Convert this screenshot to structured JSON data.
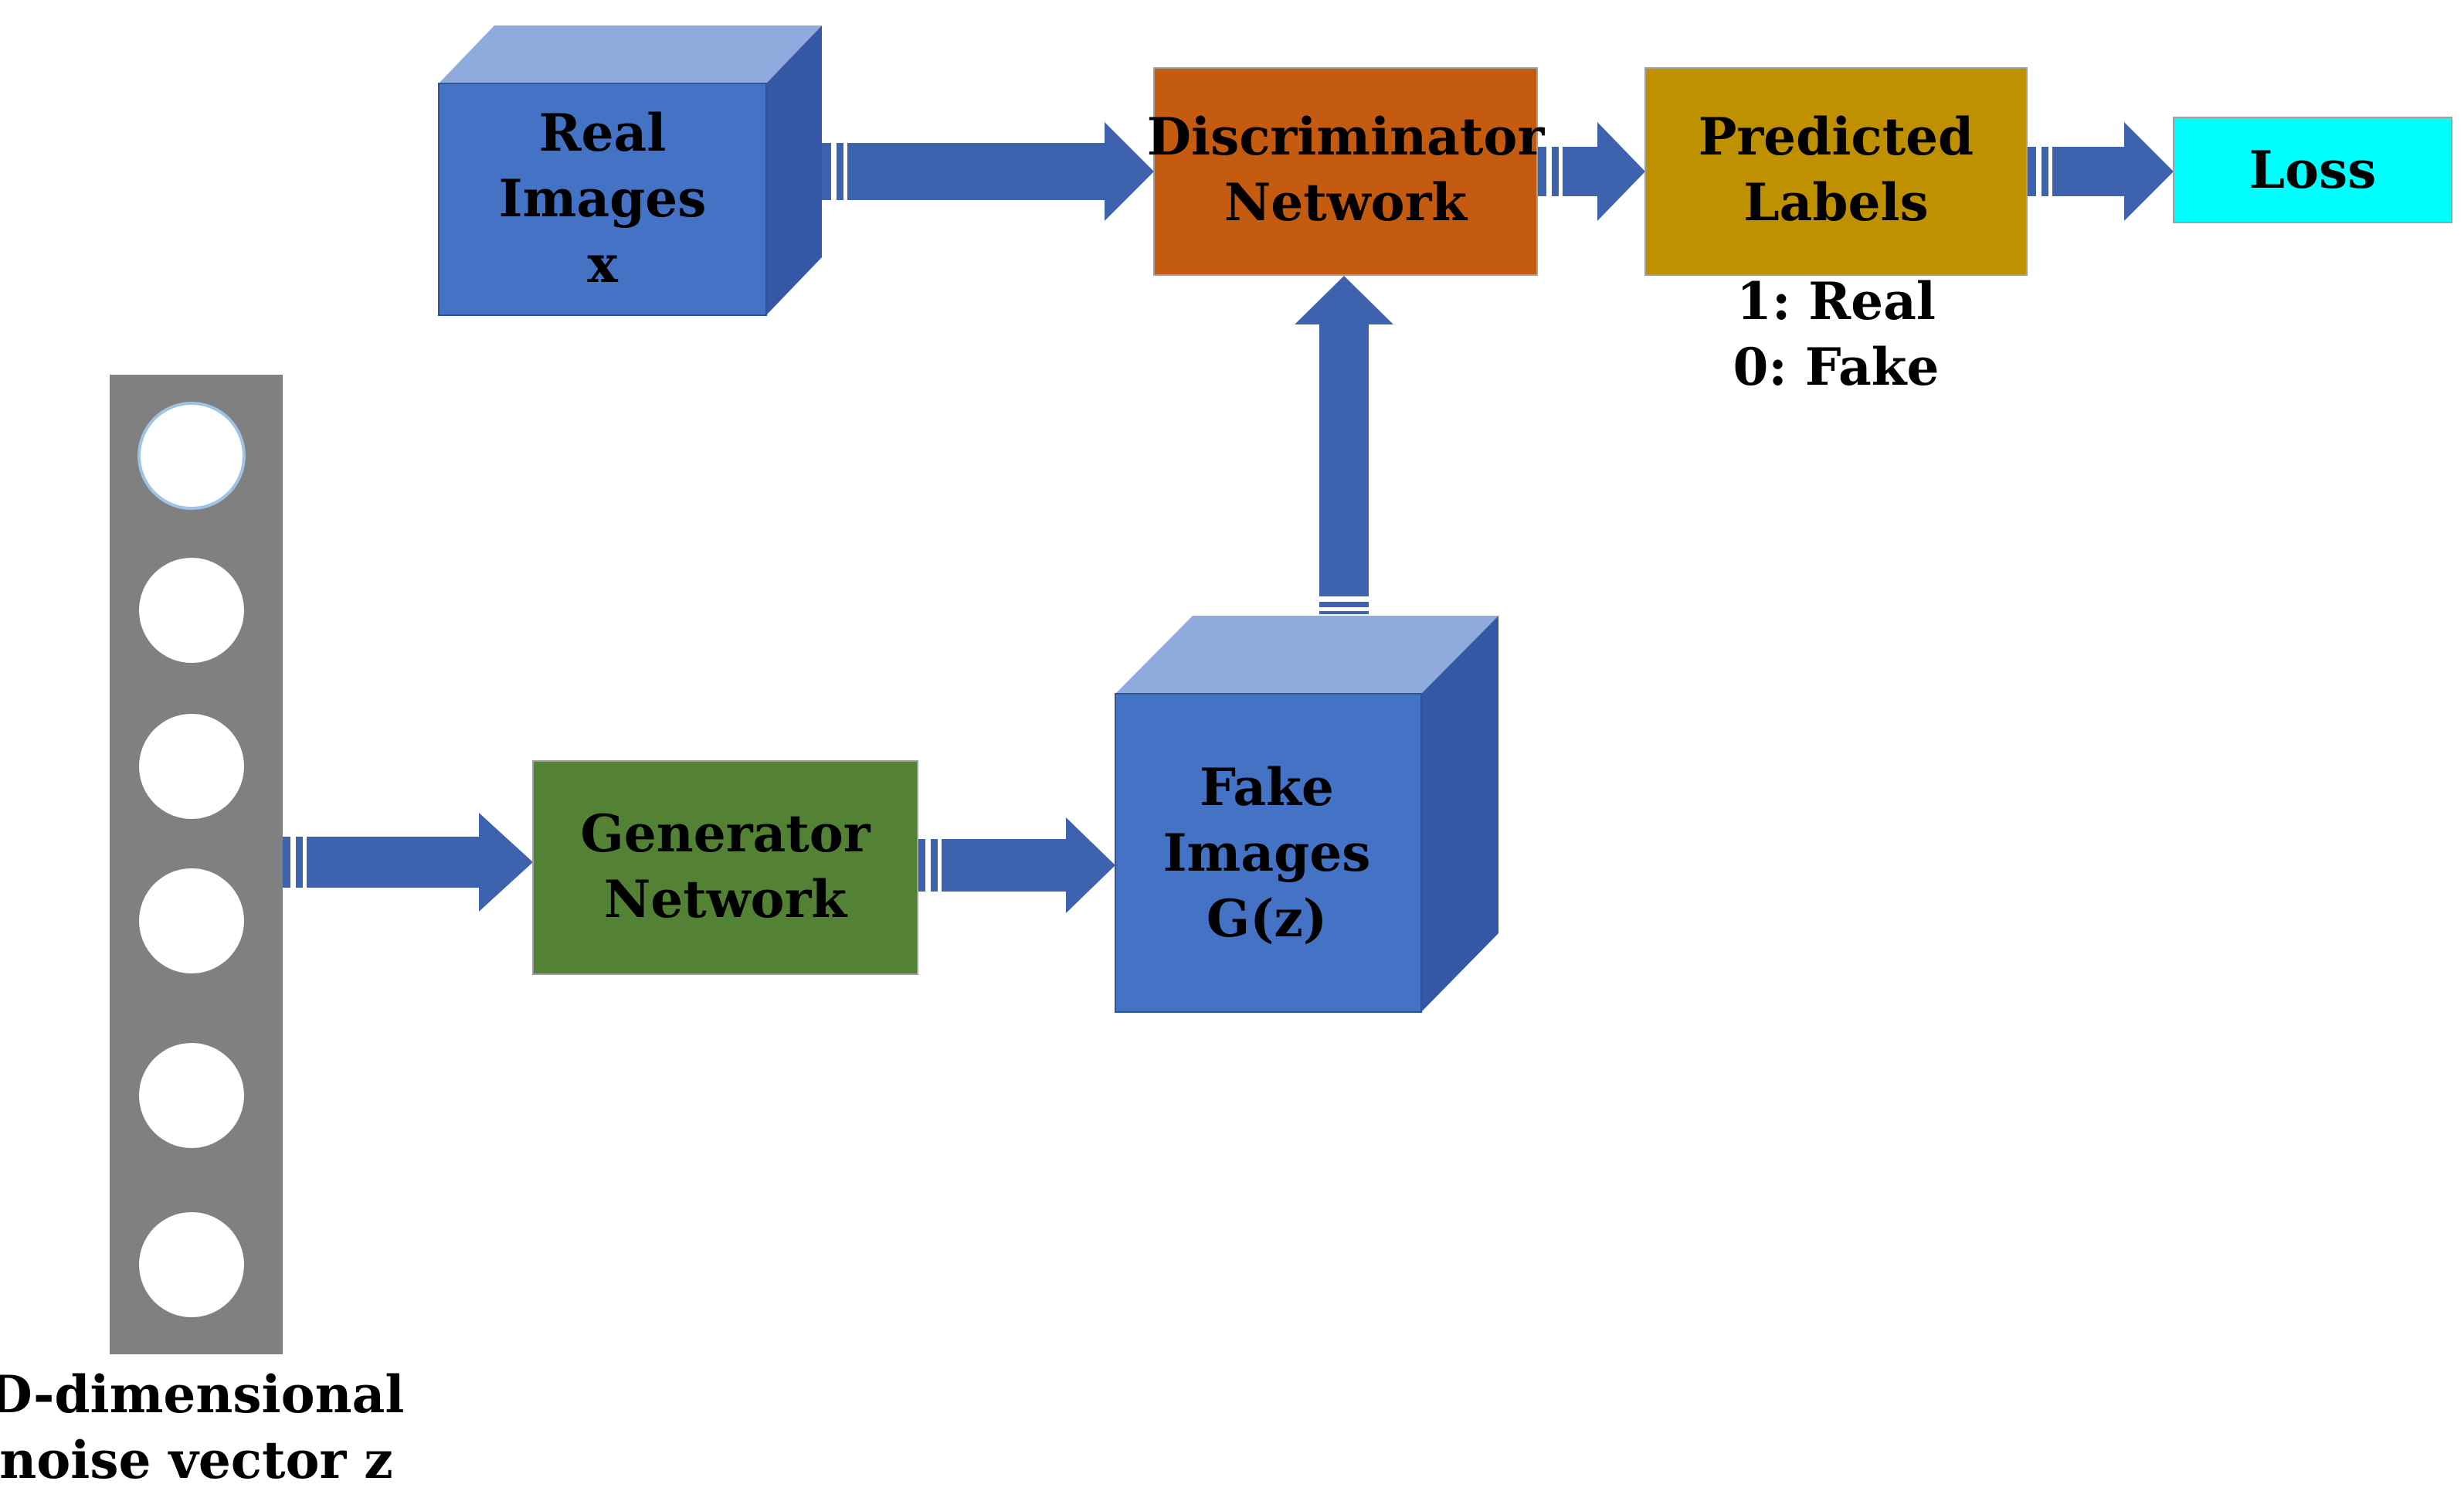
{
  "title": "",
  "colors": {
    "cube_front": "#4472C4",
    "cube_top": "#8FAADC",
    "cube_side": "#3558A6",
    "arrow": "#3D63AE",
    "discriminator": "#C55A11",
    "predicted_labels": "#BF9000",
    "loss": "#00FFFF",
    "generator": "#548235",
    "noise_bar": "#808080",
    "noise_circle": "#FFFFFF"
  },
  "nodes": {
    "real_images": {
      "lines": [
        "Real",
        "Images",
        "x"
      ]
    },
    "discriminator": {
      "lines": [
        "Discriminator",
        "Network"
      ]
    },
    "predicted_labels": {
      "lines": [
        "Predicted",
        "Labels"
      ]
    },
    "loss": {
      "label": "Loss"
    },
    "generator": {
      "lines": [
        "Generator",
        "Network"
      ]
    },
    "fake_images": {
      "lines": [
        "Fake",
        "Images",
        "G(z)"
      ]
    },
    "noise_vector": {
      "circle_count": 6,
      "lines": [
        "D-dimensional",
        "noise vector z"
      ]
    }
  },
  "label_legend": {
    "lines": [
      "1: Real",
      "0: Fake"
    ]
  },
  "edges": [
    {
      "from": "real_images",
      "to": "discriminator"
    },
    {
      "from": "discriminator",
      "to": "predicted_labels"
    },
    {
      "from": "predicted_labels",
      "to": "loss"
    },
    {
      "from": "noise_vector",
      "to": "generator"
    },
    {
      "from": "generator",
      "to": "fake_images"
    },
    {
      "from": "fake_images",
      "to": "discriminator"
    }
  ]
}
